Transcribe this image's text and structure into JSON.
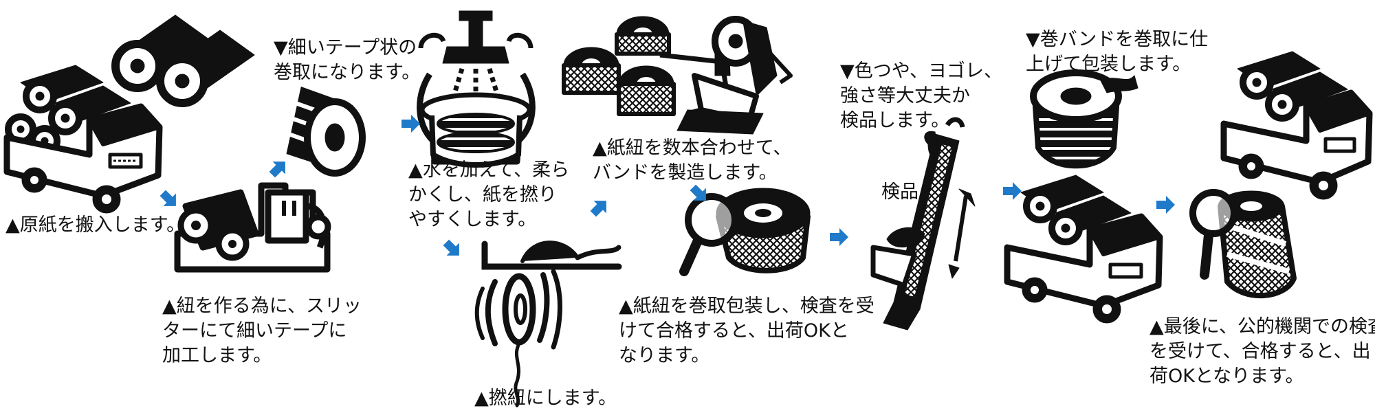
{
  "colors": {
    "ink": "#111111",
    "arrow": "#1f7ac9",
    "paper": "#ffffff"
  },
  "icons": [
    "paper-roll-icon",
    "truck-icon",
    "slitter-machine-icon",
    "tape-roll-icon",
    "water-tank-icon",
    "twisting-icon",
    "band-machine-icon",
    "inspected-roll-icon",
    "inspection-hand-icon",
    "wrapped-band-roll-icon",
    "magnifier-icon",
    "flow-arrow-icon"
  ],
  "steps": {
    "raw_paper": {
      "caption": "▲原紙を搬入します。"
    },
    "slitter": {
      "caption": "▲紐を作る為に、スリッ\nターにて細いテープに\n加工します。"
    },
    "thin_tape": {
      "caption": "▼細いテープ状の\n巻取になります。"
    },
    "water": {
      "caption": "▲水を加えて、柔ら\nかくし、紙を撚り\nやすくします。"
    },
    "twist": {
      "caption": "▲撚紐にします。"
    },
    "band_make": {
      "caption": "▲紙紐を数本合わせて、\nバンドを製造します。"
    },
    "wind_pack": {
      "caption": "▲紙紐を巻取包装し、検査を受\nけて合格すると、出荷OKと\nなります。"
    },
    "inspect": {
      "caption": "▼色つや、ヨゴレ、\n強さ等大丈夫か\n検品します。",
      "label": "検品"
    },
    "band_finish": {
      "caption": "▼巻バンドを巻取に仕\n上げて包装します。"
    },
    "final": {
      "caption": "▲最後に、公的機関での検査\nを受けて、合格すると、出\n荷OKとなります。"
    }
  }
}
